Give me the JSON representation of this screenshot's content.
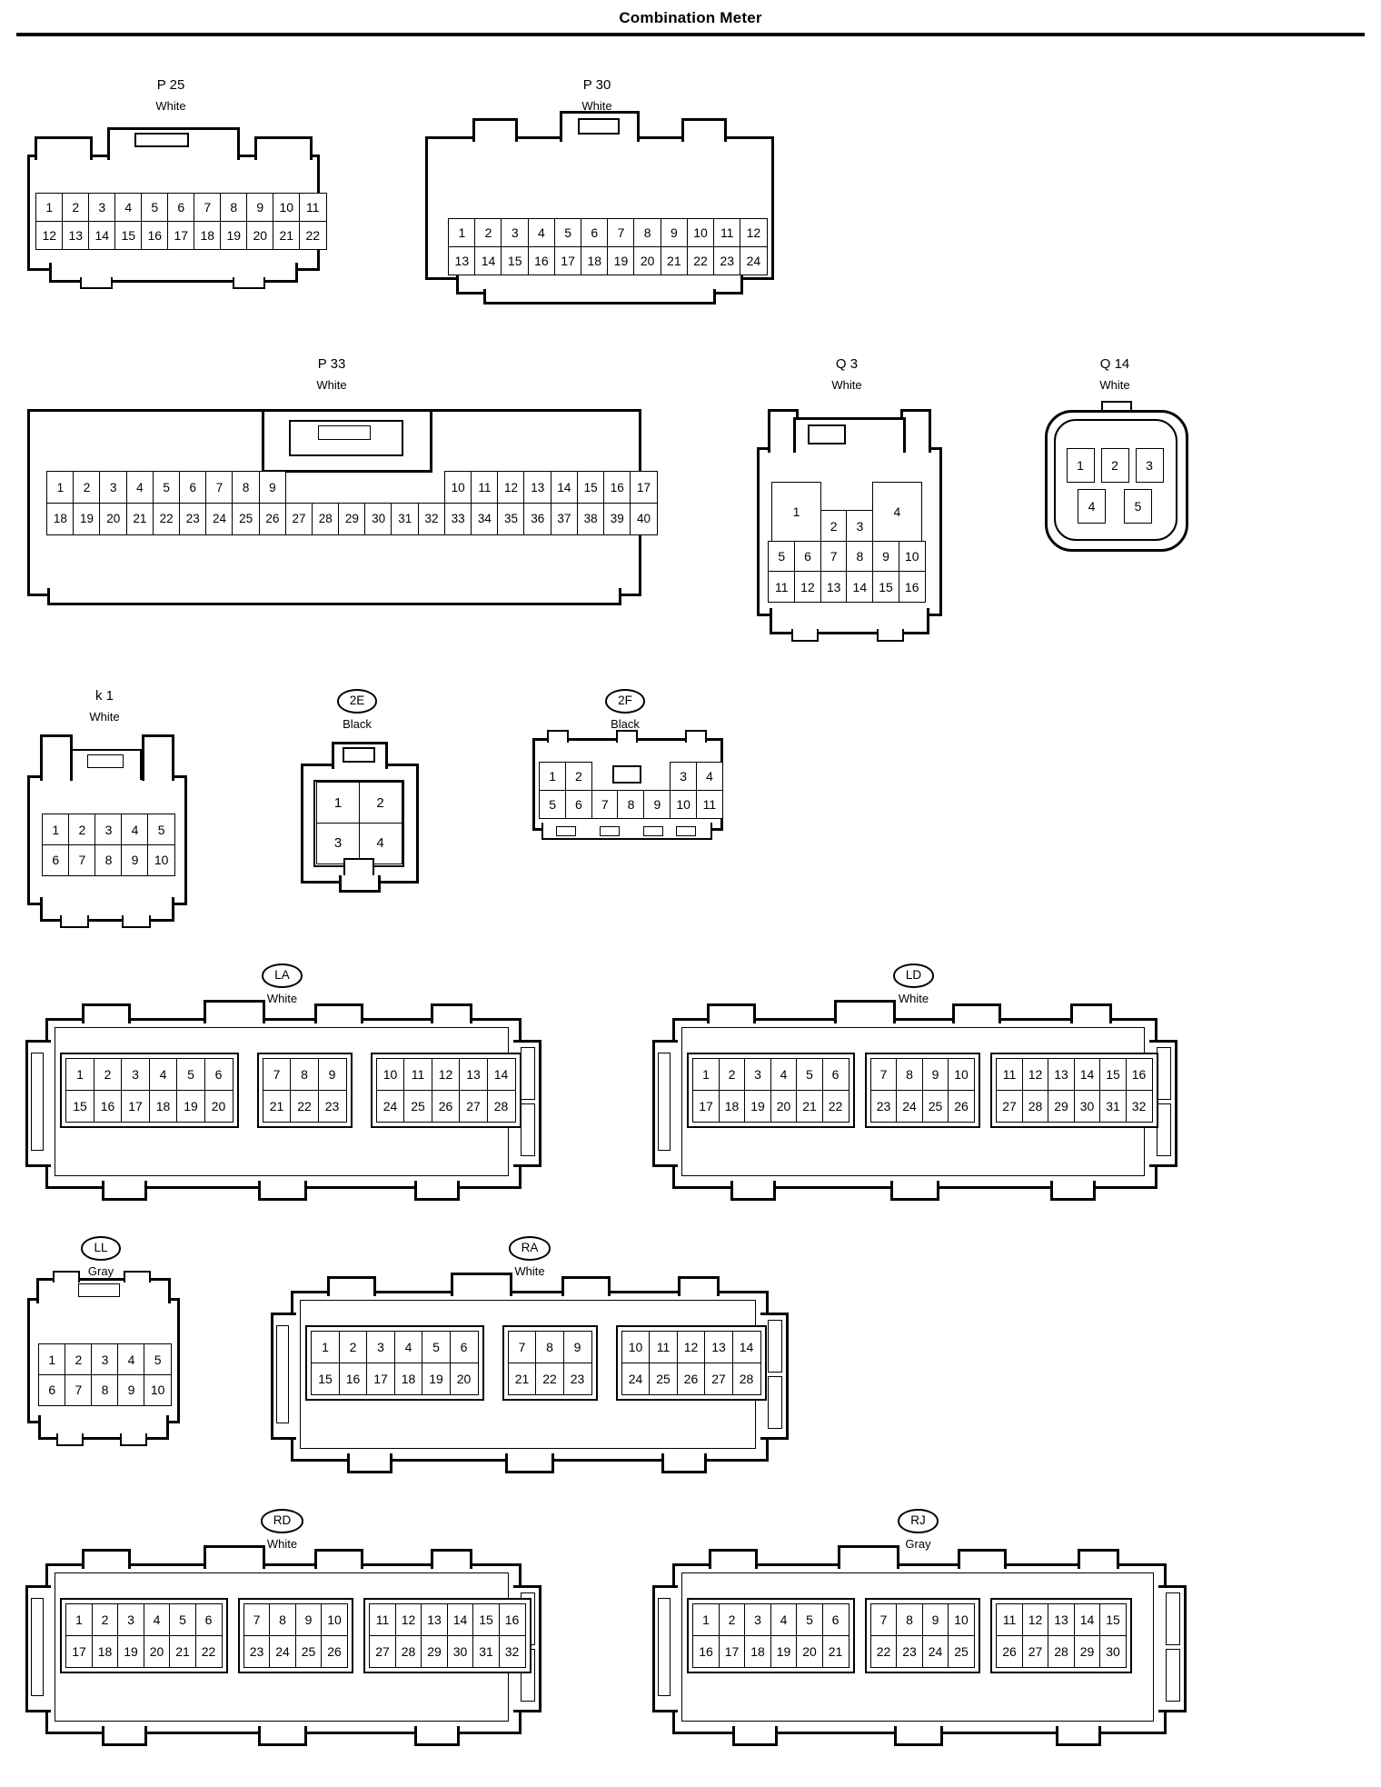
{
  "page": {
    "title": "Combination Meter"
  },
  "connectors": {
    "p25": {
      "label": "P 25",
      "color": "White",
      "groups": [
        {
          "rows": [
            [
              "1",
              "2",
              "3",
              "4",
              "5",
              "6",
              "7",
              "8",
              "9",
              "10",
              "11"
            ],
            [
              "12",
              "13",
              "14",
              "15",
              "16",
              "17",
              "18",
              "19",
              "20",
              "21",
              "22"
            ]
          ]
        }
      ]
    },
    "p30": {
      "label": "P 30",
      "color": "White",
      "groups": [
        {
          "rows": [
            [
              "1",
              "2",
              "3",
              "4",
              "5",
              "6",
              "7",
              "8",
              "9",
              "10",
              "11",
              "12"
            ],
            [
              "13",
              "14",
              "15",
              "16",
              "17",
              "18",
              "19",
              "20",
              "21",
              "22",
              "23",
              "24"
            ]
          ]
        }
      ]
    },
    "p33": {
      "label": "P 33",
      "color": "White",
      "groups": [
        {
          "rows": [
            [
              "1",
              "2",
              "3",
              "4",
              "5",
              "6",
              "7",
              "8",
              "9",
              "",
              "",
              "",
              "",
              "",
              "",
              "10",
              "11",
              "12",
              "13",
              "14",
              "15",
              "16",
              "17"
            ],
            [
              "18",
              "19",
              "20",
              "21",
              "22",
              "23",
              "24",
              "25",
              "26",
              "27",
              "28",
              "29",
              "30",
              "31",
              "32",
              "33",
              "34",
              "35",
              "36",
              "37",
              "38",
              "39",
              "40"
            ]
          ]
        }
      ]
    },
    "q3": {
      "label": "Q 3",
      "color": "White",
      "groups": [
        {
          "rows": [
            [
              "1",
              "2",
              "3",
              "4"
            ],
            [
              "5",
              "6",
              "7",
              "8",
              "9",
              "10"
            ],
            [
              "11",
              "12",
              "13",
              "14",
              "15",
              "16"
            ]
          ]
        }
      ]
    },
    "q14": {
      "label": "Q 14",
      "color": "White",
      "groups": [
        {
          "rows": [
            [
              "1",
              "2",
              "3"
            ],
            [
              "4",
              "5"
            ]
          ]
        }
      ]
    },
    "k1": {
      "label": "k 1",
      "color": "White",
      "groups": [
        {
          "rows": [
            [
              "1",
              "2",
              "3",
              "4",
              "5"
            ],
            [
              "6",
              "7",
              "8",
              "9",
              "10"
            ]
          ]
        }
      ]
    },
    "c2e": {
      "label": "2E",
      "color": "Black",
      "groups": [
        {
          "rows": [
            [
              "1",
              "2"
            ],
            [
              "3",
              "4"
            ]
          ]
        }
      ]
    },
    "c2f": {
      "label": "2F",
      "color": "Black",
      "groups": [
        {
          "rows": [
            [
              "1",
              "2",
              "",
              "",
              "",
              "3",
              "4"
            ],
            [
              "5",
              "6",
              "7",
              "8",
              "9",
              "10",
              "11"
            ]
          ]
        }
      ]
    },
    "la": {
      "label": "LA",
      "color": "White",
      "groups": [
        {
          "rows": [
            [
              "1",
              "2",
              "3",
              "4",
              "5",
              "6"
            ],
            [
              "15",
              "16",
              "17",
              "18",
              "19",
              "20"
            ]
          ]
        },
        {
          "rows": [
            [
              "7",
              "8",
              "9"
            ],
            [
              "21",
              "22",
              "23"
            ]
          ]
        },
        {
          "rows": [
            [
              "10",
              "11",
              "12",
              "13",
              "14"
            ],
            [
              "24",
              "25",
              "26",
              "27",
              "28"
            ]
          ]
        }
      ]
    },
    "ld": {
      "label": "LD",
      "color": "White",
      "groups": [
        {
          "rows": [
            [
              "1",
              "2",
              "3",
              "4",
              "5",
              "6"
            ],
            [
              "17",
              "18",
              "19",
              "20",
              "21",
              "22"
            ]
          ]
        },
        {
          "rows": [
            [
              "7",
              "8",
              "9",
              "10"
            ],
            [
              "23",
              "24",
              "25",
              "26"
            ]
          ]
        },
        {
          "rows": [
            [
              "11",
              "12",
              "13",
              "14",
              "15",
              "16"
            ],
            [
              "27",
              "28",
              "29",
              "30",
              "31",
              "32"
            ]
          ]
        }
      ]
    },
    "ll": {
      "label": "LL",
      "color": "Gray",
      "groups": [
        {
          "rows": [
            [
              "1",
              "2",
              "3",
              "4",
              "5"
            ],
            [
              "6",
              "7",
              "8",
              "9",
              "10"
            ]
          ]
        }
      ]
    },
    "ra": {
      "label": "RA",
      "color": "White",
      "groups": [
        {
          "rows": [
            [
              "1",
              "2",
              "3",
              "4",
              "5",
              "6"
            ],
            [
              "15",
              "16",
              "17",
              "18",
              "19",
              "20"
            ]
          ]
        },
        {
          "rows": [
            [
              "7",
              "8",
              "9"
            ],
            [
              "21",
              "22",
              "23"
            ]
          ]
        },
        {
          "rows": [
            [
              "10",
              "11",
              "12",
              "13",
              "14"
            ],
            [
              "24",
              "25",
              "26",
              "27",
              "28"
            ]
          ]
        }
      ]
    },
    "rd": {
      "label": "RD",
      "color": "White",
      "groups": [
        {
          "rows": [
            [
              "1",
              "2",
              "3",
              "4",
              "5",
              "6"
            ],
            [
              "17",
              "18",
              "19",
              "20",
              "21",
              "22"
            ]
          ]
        },
        {
          "rows": [
            [
              "7",
              "8",
              "9",
              "10"
            ],
            [
              "23",
              "24",
              "25",
              "26"
            ]
          ]
        },
        {
          "rows": [
            [
              "11",
              "12",
              "13",
              "14",
              "15",
              "16"
            ],
            [
              "27",
              "28",
              "29",
              "30",
              "31",
              "32"
            ]
          ]
        }
      ]
    },
    "rj": {
      "label": "RJ",
      "color": "Gray",
      "groups": [
        {
          "rows": [
            [
              "1",
              "2",
              "3",
              "4",
              "5",
              "6"
            ],
            [
              "16",
              "17",
              "18",
              "19",
              "20",
              "21"
            ]
          ]
        },
        {
          "rows": [
            [
              "7",
              "8",
              "9",
              "10"
            ],
            [
              "22",
              "23",
              "24",
              "25"
            ]
          ]
        },
        {
          "rows": [
            [
              "11",
              "12",
              "13",
              "14",
              "15"
            ],
            [
              "26",
              "27",
              "28",
              "29",
              "30"
            ]
          ]
        }
      ]
    }
  }
}
